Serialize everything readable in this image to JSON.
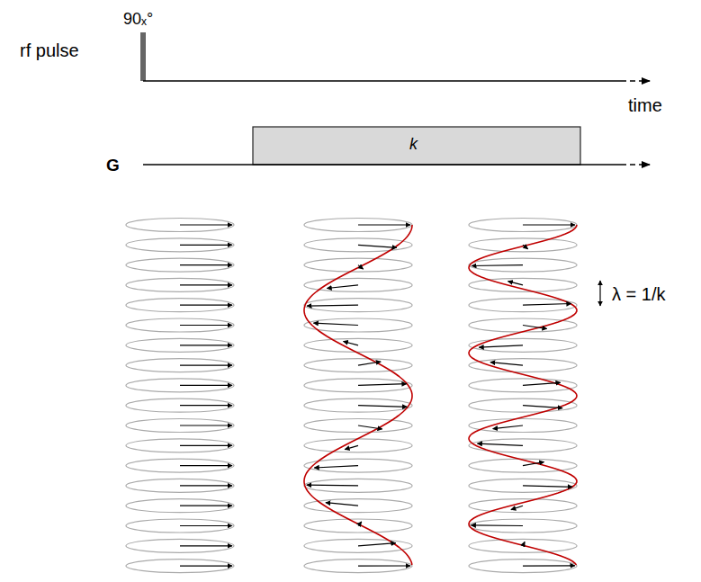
{
  "diagram": {
    "labels": [
      "90ₓ°",
      "rf pulse",
      "time",
      "G",
      "k",
      "λ = 1/k"
    ]
  }
}
